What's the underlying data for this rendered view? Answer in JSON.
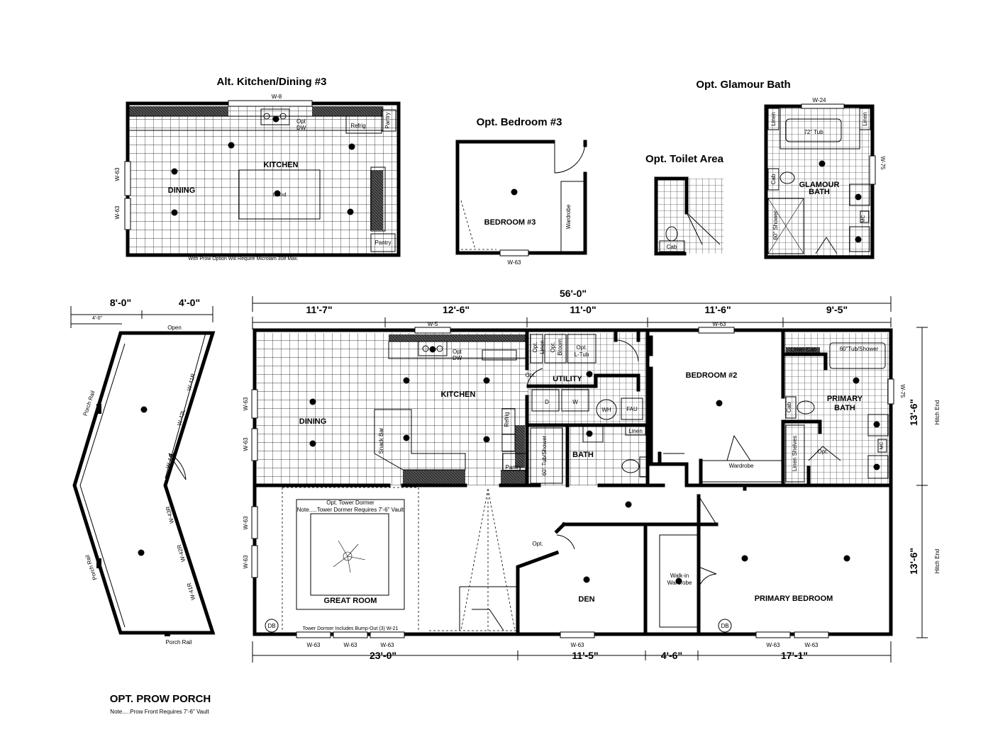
{
  "titles": {
    "alt_kitchen": "Alt. Kitchen/Dining #3",
    "opt_bedroom3": "Opt. Bedroom #3",
    "opt_toilet": "Opt. Toilet Area",
    "opt_glamour": "Opt. Glamour Bath",
    "prow_porch": "OPT. PROW PORCH",
    "prow_note": "Note.....Prow Front Requires 7'-6\" Vault"
  },
  "alt_kitchen": {
    "kitchen": "KITCHEN",
    "dining": "DINING",
    "island": "Island",
    "refrig": "Refrig",
    "pantry_top": "Pantry",
    "pantry_bottom": "Pantry",
    "opt": "Opt",
    "dw": "DW",
    "w8": "W-8",
    "w63a": "W-63",
    "w63b": "W-63",
    "note": "With Prow Option Will Require Microlam 30# Max."
  },
  "opt_bedroom3": {
    "label": "BEDROOM #3",
    "wardrobe": "Wardrobe",
    "w63": "W-63"
  },
  "opt_toilet": {
    "cab": "Cab"
  },
  "opt_glamour": {
    "label1": "GLAMOUR",
    "label2": "BATH",
    "tub": "72\" Tub",
    "shower": "60\" Shower",
    "linen_l": "Linen",
    "linen_r": "Linen",
    "cab": "Cab",
    "mc": "MC",
    "w24": "W-24",
    "w75": "W-75"
  },
  "prow": {
    "d1": "8'-0\"",
    "d2": "4'-0\"",
    "d3": "4'-0\"",
    "open": "Open",
    "porch_rail_a": "Porch Rail",
    "porch_rail_b": "Porch Rail",
    "porch_rail_c": "Porch Rail",
    "w41r_top": "W-41R",
    "w42l": "W-42L",
    "w44l": "W-44L",
    "w43r": "W-43R",
    "w42r": "W-42R",
    "w41r_bot": "W-41R"
  },
  "main": {
    "overall": "56'-0\"",
    "top_dims": [
      "11'-7\"",
      "12'-6\"",
      "11'-0\"",
      "11'-6\"",
      "9'-5\""
    ],
    "bottom_dims": [
      "23'-0\"",
      "11'-5\"",
      "4'-6\"",
      "17'-1\""
    ],
    "right_dims": [
      "13'-6\"",
      "13'-6\""
    ],
    "hitch_a": "Hitch End",
    "hitch_b": "Hitch End",
    "dining": "DINING",
    "kitchen": "KITCHEN",
    "utility": "UTILITY",
    "bath": "BATH",
    "bedroom2": "BEDROOM #2",
    "primary_bath1": "PRIMARY",
    "primary_bath2": "BATH",
    "great_room": "GREAT ROOM",
    "den": "DEN",
    "primary_bedroom": "PRIMARY BEDROOM",
    "walkin1": "Walk-in",
    "walkin2": "Wardrobe",
    "wardrobe": "Wardrobe",
    "linen_shelves": "Linen Shelves",
    "linen_cab": "Linen Cab",
    "tub_shower_p": "60\"Tub/Shower",
    "tub_shower_b": "60\" Tub/Shower",
    "linen": "Linen",
    "pantry": "Pantry",
    "refrig": "Refrig",
    "snack_bar": "Snack Bar",
    "opt_linen1": "Opt.",
    "opt_linen2": "Linen",
    "opt_broom1": "Opt.",
    "opt_broom2": "Broom",
    "opt_ltub1": "Opt.",
    "opt_ltub2": "L-Tub",
    "opt_dw1": "Opt",
    "opt_dw2": "DW",
    "opt_util": "Opt.",
    "opt_den": "Opt.",
    "opt_pbath": "Opt.",
    "d": "D",
    "w": "W",
    "wh": "WH",
    "fau": "FAU",
    "cab": "Cab",
    "mc": "MC",
    "db1": "DB",
    "db2": "DB",
    "tower1": "Opt. Tower Dormer",
    "tower2": "Note.....Tower Dormer Requires 7'-6\" Vault",
    "tower3": "Tower Dormer Includes Bump-Out (3) W-21",
    "w5": "W-5",
    "w63_b2": "W-63",
    "w75": "W-75",
    "w63_left1": "W-63",
    "w63_left2": "W-63",
    "w63_left3": "W-63",
    "w63_left4": "W-63",
    "w63_bot1": "W-63",
    "w63_bot2": "W-63",
    "w63_bot3": "W-63",
    "w63_bot4": "W-63",
    "w63_bot5": "W-63",
    "w63_bot6": "W-63"
  }
}
